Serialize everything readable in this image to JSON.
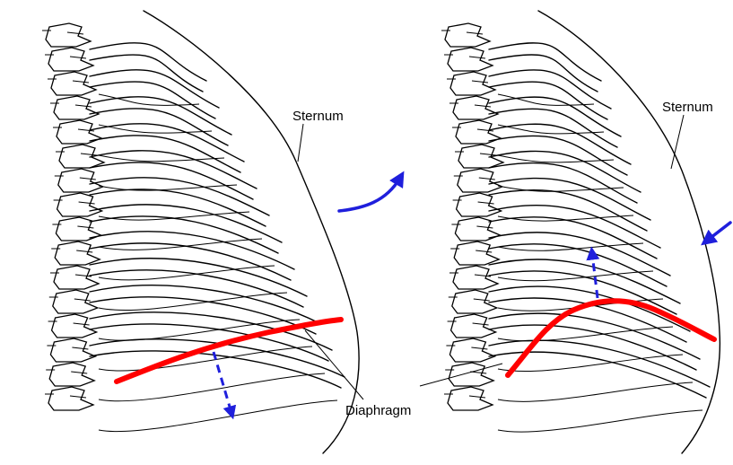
{
  "labels": {
    "left_sternum": "Sternum",
    "right_sternum": "Sternum",
    "diaphragm": "Diaphragm"
  },
  "colors": {
    "diaphragm": "#ff0000",
    "arrow": "#1f1fdc",
    "bone": "#000000"
  },
  "panels": [
    {
      "name": "left-ribcage",
      "state": "diaphragm-low"
    },
    {
      "name": "right-ribcage",
      "state": "diaphragm-high"
    }
  ]
}
